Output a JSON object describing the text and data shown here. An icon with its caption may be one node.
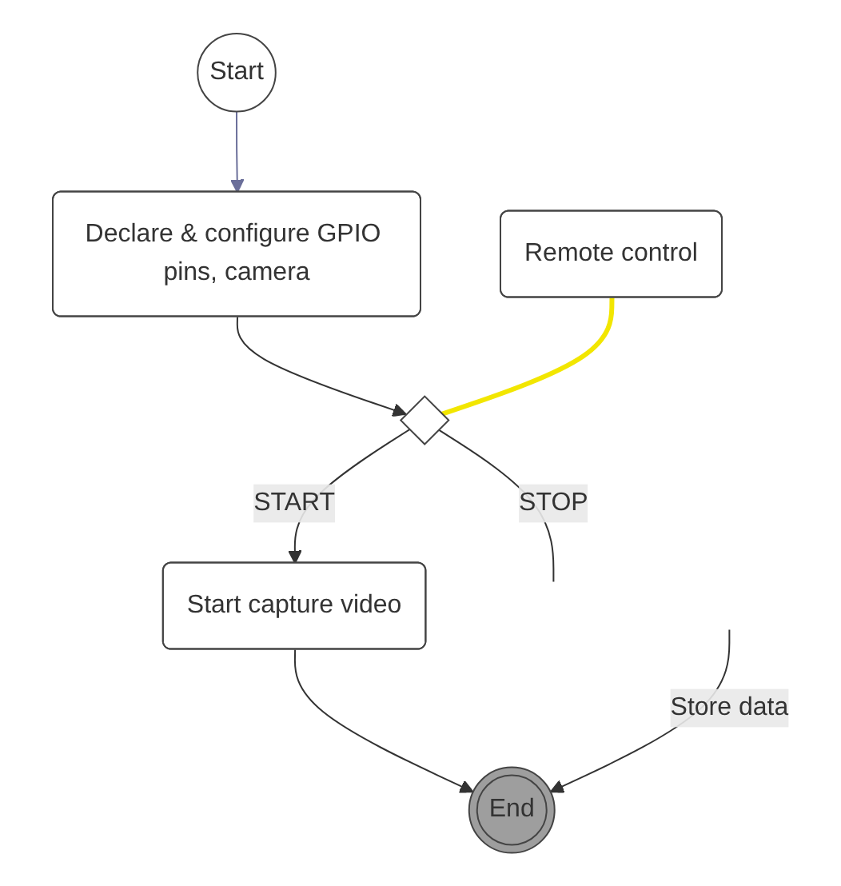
{
  "diagram": {
    "nodes": [
      {
        "text": [
          "Start"
        ]
      },
      {
        "text": [
          "Declare & configure GPIO pins, camera"
        ]
      },
      {
        "text": [],
        "shape": "diamond"
      },
      {
        "text": [
          "Remote control"
        ]
      },
      {
        "text": [
          "Start capture video"
        ]
      },
      {
        "text": [
          "End"
        ]
      }
    ],
    "edges": [
      {
        "from": 0,
        "to": 1,
        "arrow": "to",
        "color": "#6b6f9a"
      },
      {
        "from": 1,
        "to": 2,
        "arrow": "to"
      },
      {
        "from": 3,
        "to": 2,
        "arrow": "none",
        "style": "thick",
        "color": "#f2e600"
      },
      {
        "from": 2,
        "to": null,
        "arrow": "none",
        "label": "STOP"
      },
      {
        "from": 2,
        "to": 4,
        "arrow": "to",
        "label": "START"
      },
      {
        "from": 4,
        "to": 5,
        "arrow": "to"
      },
      {
        "from": null,
        "to": 5,
        "arrow": "to",
        "label": "Store data"
      }
    ]
  }
}
